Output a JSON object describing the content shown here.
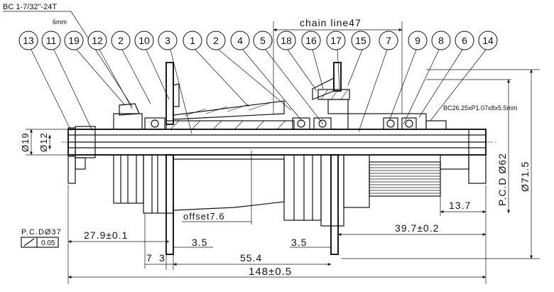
{
  "notes": {
    "bc_thread": "BC 1-7/32\"-24T",
    "bc_6mm": "6mm",
    "bc_right": "BC26.25xP1.07x8x5.5mm",
    "pcd_small": "P.C.DØ37",
    "runout": "0.05"
  },
  "dimensions": {
    "chain_line": "chain line47",
    "dia_19": "Ø19",
    "dia_12": "Ø12",
    "pcd_62": "P.C.D Ø62",
    "dia_71_5": "Ø71.5",
    "offset": "offset7.6",
    "d_27_9": "27.9±0.1",
    "d_3_5_left": "3.5",
    "d_7": "7",
    "d_3": "3",
    "d_55_4": "55.4",
    "d_3_5_right": "3.5",
    "d_39_7": "39.7±0.2",
    "d_13_7": "13.7",
    "d_148": "148±0.5"
  },
  "callouts": [
    "13",
    "11",
    "19",
    "12",
    "2",
    "10",
    "3",
    "1",
    "2",
    "4",
    "5",
    "18",
    "16",
    "17",
    "15",
    "7",
    "9",
    "8",
    "6",
    "14"
  ]
}
